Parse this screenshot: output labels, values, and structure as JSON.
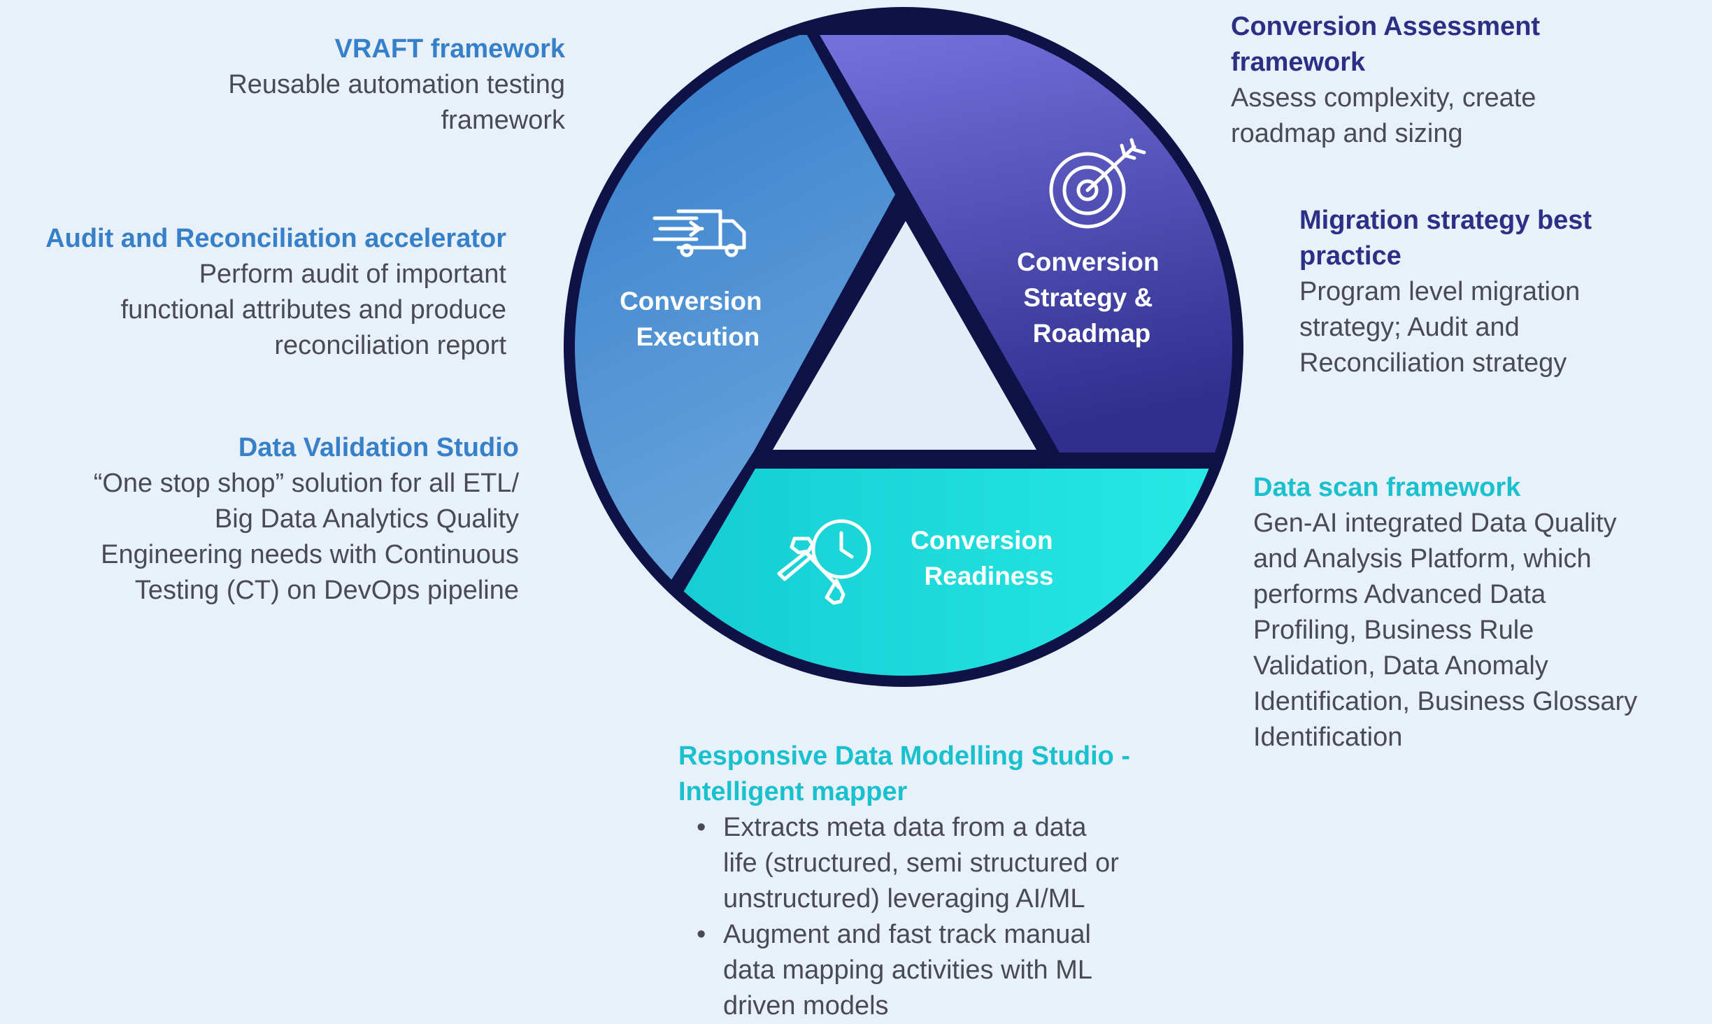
{
  "wheel": {
    "segments": [
      {
        "id": "execution",
        "lines": [
          "Conversion",
          "Execution"
        ],
        "icon": "truck-icon"
      },
      {
        "id": "strategy",
        "lines": [
          "Conversion",
          "Strategy &",
          "Roadmap"
        ],
        "icon": "target-icon"
      },
      {
        "id": "readiness",
        "lines": [
          "Conversion",
          "Readiness"
        ],
        "icon": "wrench-clock-icon"
      }
    ]
  },
  "left": {
    "vraft": {
      "title": "VRAFT framework",
      "lines": [
        "Reusable automation testing",
        "framework"
      ]
    },
    "audit": {
      "title": "Audit and Reconciliation accelerator",
      "lines": [
        "Perform audit of important",
        "functional attributes and produce",
        "reconciliation report"
      ]
    },
    "dvs": {
      "title": "Data Validation Studio",
      "lines": [
        "“One stop shop” solution for all ETL/",
        "Big Data Analytics Quality",
        "Engineering needs with Continuous",
        "Testing (CT) on DevOps pipeline"
      ]
    }
  },
  "right": {
    "assessment": {
      "title_lines": [
        "Conversion Assessment",
        "framework"
      ],
      "lines": [
        "Assess complexity, create",
        "roadmap and sizing"
      ]
    },
    "migration": {
      "title_lines": [
        "Migration strategy best",
        "practice"
      ],
      "lines": [
        "Program level migration",
        "strategy; Audit and",
        "Reconciliation strategy"
      ]
    },
    "datascan": {
      "title": "Data scan framework",
      "lines": [
        "Gen-AI integrated Data Quality",
        "and Analysis Platform, which",
        "performs Advanced Data",
        "Profiling, Business Rule",
        "Validation, Data Anomaly",
        "Identification, Business Glossary",
        "Identification"
      ]
    }
  },
  "bottom": {
    "rdms": {
      "title_lines": [
        "Responsive Data Modelling Studio -",
        "Intelligent mapper"
      ],
      "bullets": [
        [
          "Extracts meta data from a data",
          "life (structured, semi structured or",
          "unstructured) leveraging AI/ML"
        ],
        [
          "Augment and fast track manual",
          "data mapping activities with ML",
          "driven models"
        ]
      ]
    }
  },
  "colors": {
    "background": "#e8f0f9",
    "ring": "#0f1247",
    "execution": [
      "#2f79c8",
      "#6aa6de"
    ],
    "strategy": [
      "#7472dc",
      "#2f2f8e"
    ],
    "readiness": [
      "#0fc3cc",
      "#2beee8"
    ],
    "center": "#e3ecf7",
    "title_blue": "#3580c8",
    "title_navy": "#2b2f86",
    "title_cyan": "#18c1cd",
    "body_text": "#4a4a52"
  }
}
